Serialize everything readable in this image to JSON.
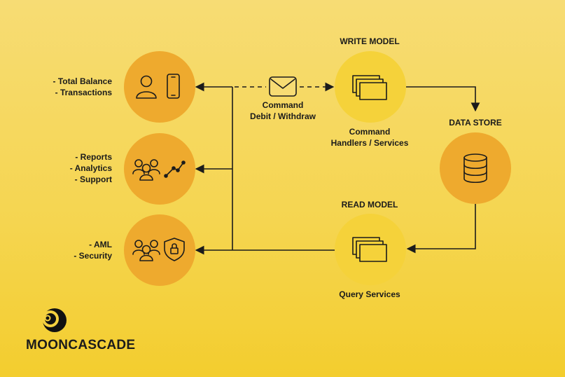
{
  "clients": [
    {
      "items": [
        "- Total Balance",
        "- Transactions"
      ]
    },
    {
      "items": [
        "- Reports",
        "- Analytics",
        "- Support"
      ]
    },
    {
      "items": [
        "- AML",
        "- Security"
      ]
    }
  ],
  "command": {
    "line1": "Command",
    "line2": "Debit / Withdraw"
  },
  "write_model": {
    "title": "WRITE MODEL",
    "caption_line1": "Command",
    "caption_line2": "Handlers / Services"
  },
  "data_store": {
    "title": "DATA STORE"
  },
  "read_model": {
    "title": "READ MODEL",
    "caption": "Query Services"
  },
  "brand": {
    "name": "MOONCASCADE"
  },
  "colors": {
    "client_circle": "#eeaa2e",
    "model_circle": "#f5d23a",
    "store_circle": "#eeaa2e",
    "line": "#1b1b1b"
  },
  "icons": {
    "client1": [
      "user-icon",
      "phone-icon"
    ],
    "client2": [
      "group-icon",
      "trend-icon"
    ],
    "client3": [
      "group-icon",
      "shield-lock-icon"
    ],
    "command": "envelope-icon",
    "write": "documents-icon",
    "store": "database-icon",
    "read": "documents-icon",
    "logo": "mooncascade-logo-icon"
  }
}
